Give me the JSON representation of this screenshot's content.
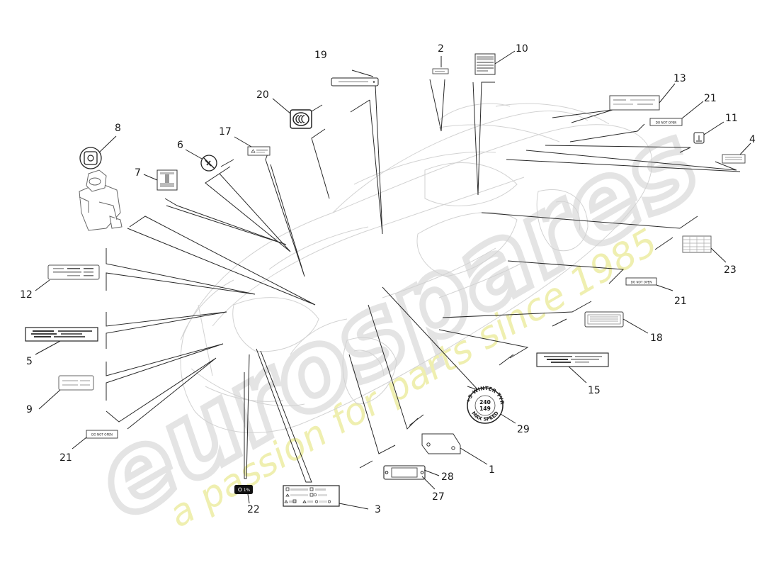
{
  "callouts": [
    {
      "id": "c19",
      "label": "19"
    },
    {
      "id": "c2",
      "label": "2"
    },
    {
      "id": "c10",
      "label": "10"
    },
    {
      "id": "c13",
      "label": "13"
    },
    {
      "id": "c21a",
      "label": "21"
    },
    {
      "id": "c11",
      "label": "11"
    },
    {
      "id": "c4",
      "label": "4"
    },
    {
      "id": "c20",
      "label": "20"
    },
    {
      "id": "c8",
      "label": "8"
    },
    {
      "id": "c17",
      "label": "17"
    },
    {
      "id": "c6",
      "label": "6"
    },
    {
      "id": "c7",
      "label": "7"
    },
    {
      "id": "c12",
      "label": "12"
    },
    {
      "id": "c5",
      "label": "5"
    },
    {
      "id": "c9",
      "label": "9"
    },
    {
      "id": "c21b",
      "label": "21"
    },
    {
      "id": "c22",
      "label": "22"
    },
    {
      "id": "c3",
      "label": "3"
    },
    {
      "id": "c27",
      "label": "27"
    },
    {
      "id": "c28",
      "label": "28"
    },
    {
      "id": "c1",
      "label": "1"
    },
    {
      "id": "c29",
      "label": "29"
    },
    {
      "id": "c15",
      "label": "15"
    },
    {
      "id": "c18",
      "label": "18"
    },
    {
      "id": "c21c",
      "label": "21"
    },
    {
      "id": "c23",
      "label": "23"
    }
  ],
  "labels": {
    "do_not_open": "DO NOT OPEN",
    "tyre_badge_top": "M+S WINTER TYRE",
    "tyre_badge_bottom": "MAX SPEED",
    "tyre_speed": "240",
    "tyre_index": "149",
    "gauge_text": "1%"
  },
  "watermark": {
    "brand": "eurospares",
    "tagline": "a passion for parts since 1985",
    "color": "#e6e6e6",
    "tagline_color": "#ecec9c"
  }
}
